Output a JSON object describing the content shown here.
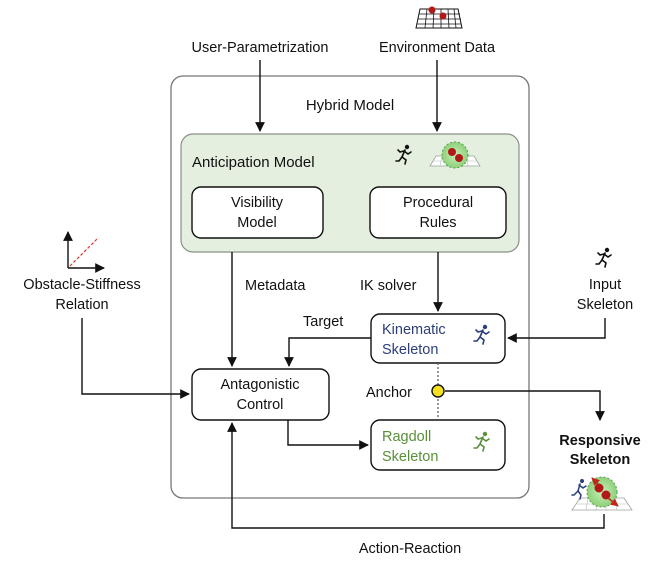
{
  "labels": {
    "user_param": "User-Parametrization",
    "env_data": "Environment Data",
    "hybrid_model": "Hybrid Model",
    "anticipation_model": "Anticipation Model",
    "visibility_l1": "Visibility",
    "visibility_l2": "Model",
    "procedural_l1": "Procedural",
    "procedural_l2": "Rules",
    "obstacle_l1": "Obstacle-Stiffness",
    "obstacle_l2": "Relation",
    "metadata": "Metadata",
    "ik_solver": "IK solver",
    "input_l1": "Input",
    "input_l2": "Skeleton",
    "target": "Target",
    "kinematic_l1": "Kinematic",
    "kinematic_l2": "Skeleton",
    "antagonistic_l1": "Antagonistic",
    "antagonistic_l2": "Control",
    "anchor": "Anchor",
    "ragdoll_l1": "Ragdoll",
    "ragdoll_l2": "Skeleton",
    "responsive_l1": "Responsive",
    "responsive_l2": "Skeleton",
    "action_reaction": "Action-Reaction"
  },
  "colors": {
    "kinematic": "#2c3e7a",
    "ragdoll": "#5a8f3a",
    "anticipation_fill": "#e4efdf",
    "anchor_fill": "#f6e21c",
    "obstacle_red": "#d9342b",
    "ball_red": "#b21818"
  },
  "icons": [
    "grid-icon",
    "runner-icon",
    "sphere-icon",
    "axes-icon"
  ]
}
